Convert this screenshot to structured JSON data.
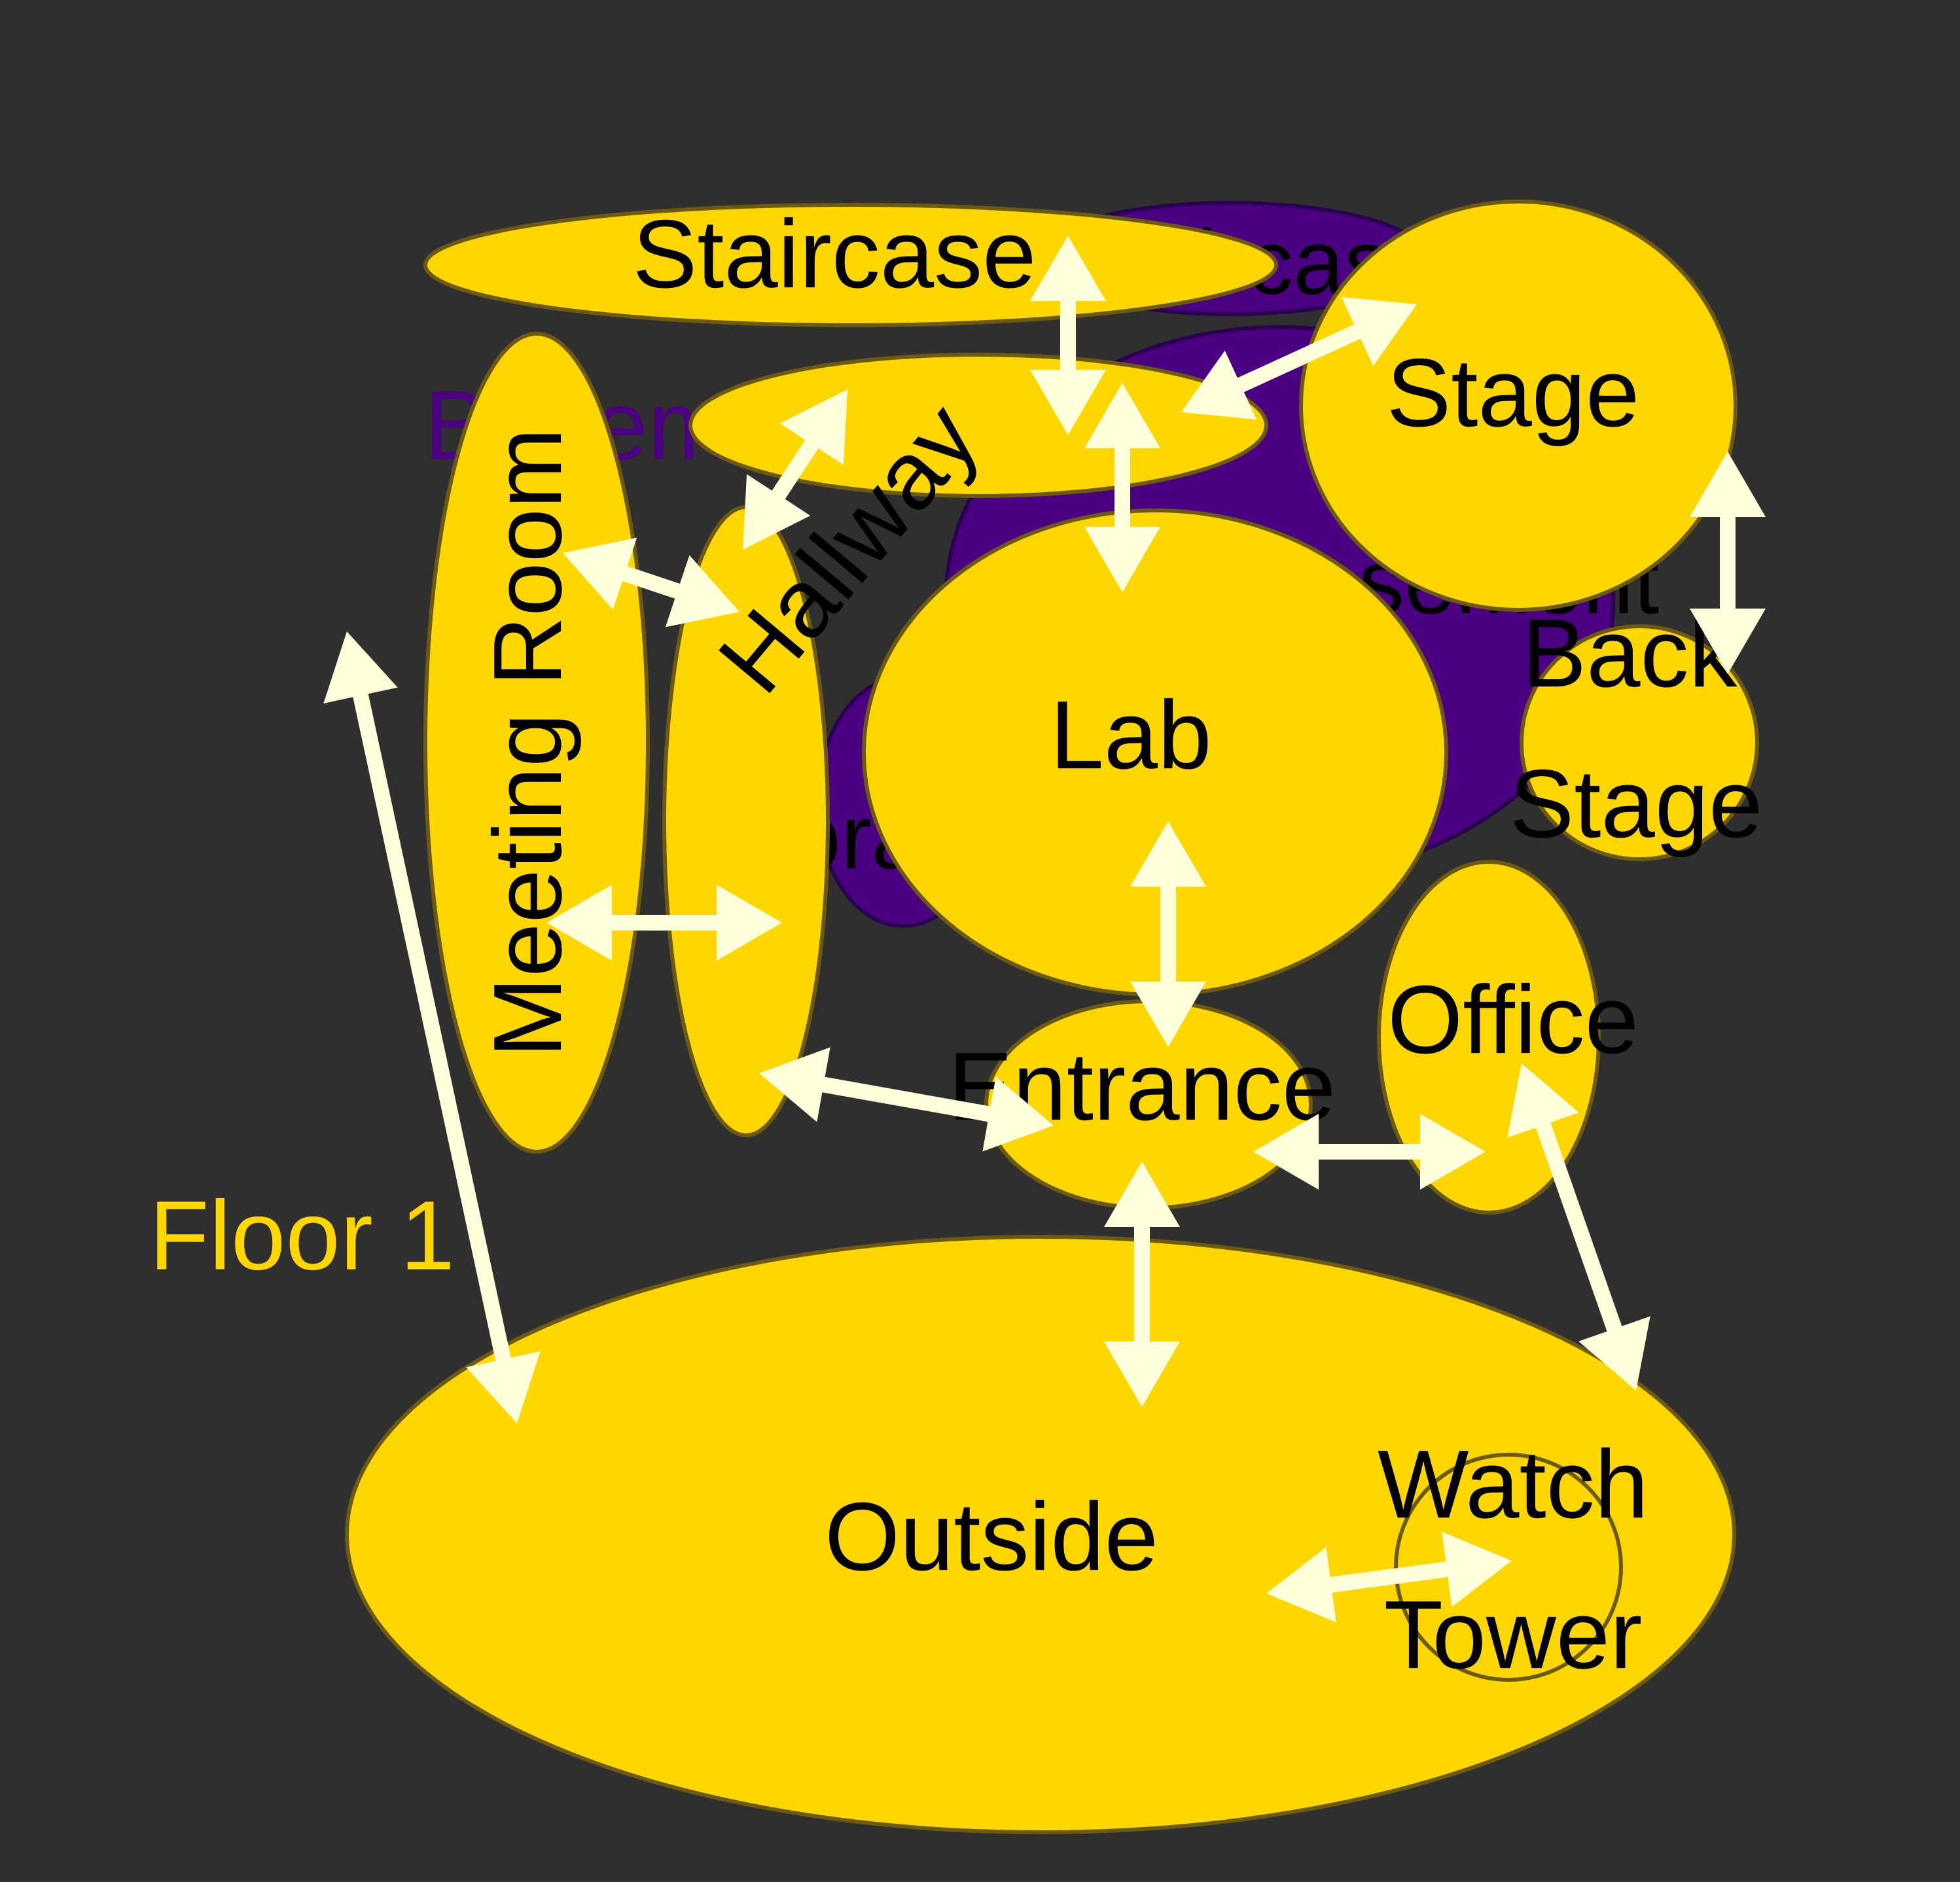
{
  "colors": {
    "background": "#2f2f2f",
    "room_fill": "#ffd700",
    "room_stroke": "#6b5a10",
    "basement_fill": "#4b0082",
    "basement_stroke": "#2a0050",
    "arrow": "#ffffdc",
    "floor1_label": "#ffd700",
    "basement_label": "#4b0082",
    "room_text": "#000000"
  },
  "floors": {
    "floor1_label": "Floor 1",
    "basement_label": "Basement"
  },
  "basement_rooms": {
    "staircase": "Staircase",
    "basement": "Basement",
    "storage": "Storage"
  },
  "rooms": {
    "staircase": "Staircase",
    "meeting_room": "Meeting Room",
    "hallway": "Hallway",
    "lab": "Lab",
    "stage": "Stage",
    "back_stage_line1": "Back",
    "back_stage_line2": "Stage",
    "entrance": "Entrance",
    "office": "Office",
    "outside": "Outside",
    "watch_tower_line1": "Watch",
    "watch_tower_line2": "Tower"
  },
  "connections": [
    [
      "Staircase",
      "Hallway"
    ],
    [
      "Hallway",
      "Stage"
    ],
    [
      "Hallway",
      "Lab"
    ],
    [
      "Hallway",
      "Meeting Room"
    ],
    [
      "Meeting Room",
      "Hallway"
    ],
    [
      "Meeting Room",
      "Hallway"
    ],
    [
      "Hallway",
      "Entrance"
    ],
    [
      "Lab",
      "Entrance"
    ],
    [
      "Stage",
      "Back Stage"
    ],
    [
      "Entrance",
      "Office"
    ],
    [
      "Entrance",
      "Outside"
    ],
    [
      "Office",
      "Outside"
    ],
    [
      "Meeting Room",
      "Outside"
    ],
    [
      "Outside",
      "Watch Tower"
    ]
  ]
}
